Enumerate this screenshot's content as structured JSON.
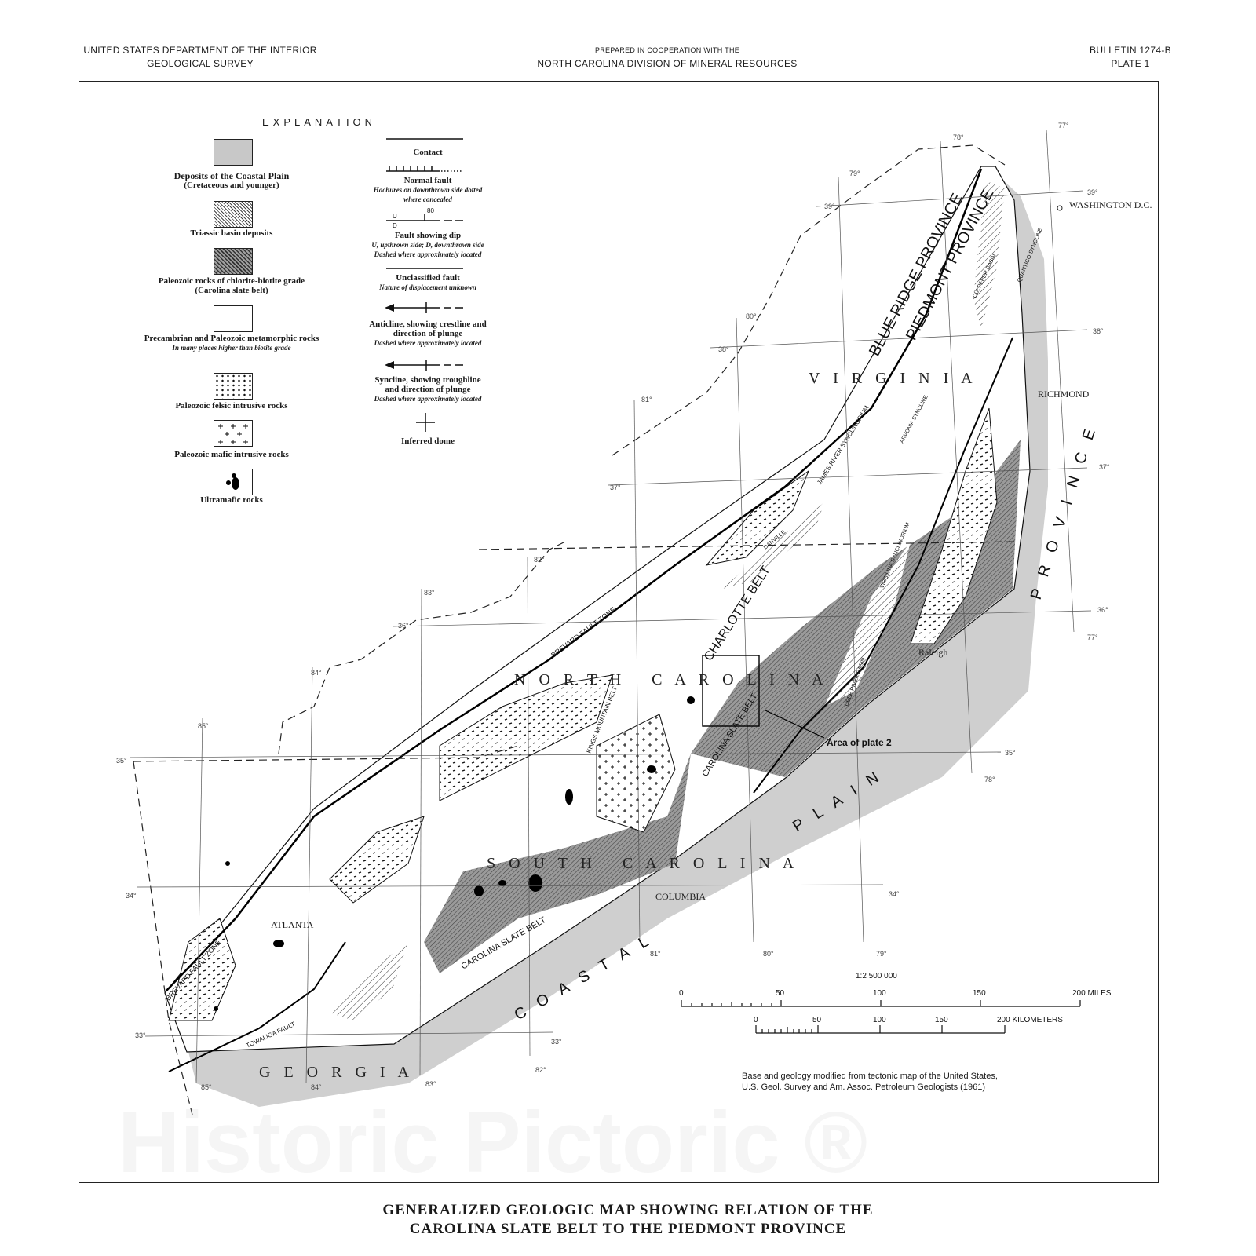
{
  "header": {
    "left_line1": "UNITED STATES DEPARTMENT OF THE INTERIOR",
    "left_line2": "GEOLOGICAL SURVEY",
    "center_line1": "PREPARED IN COOPERATION WITH THE",
    "center_line2": "NORTH CAROLINA DIVISION OF MINERAL RESOURCES",
    "right_line1": "BULLETIN 1274-B",
    "right_line2": "PLATE 1"
  },
  "legend": {
    "title": "EXPLANATION",
    "units": [
      {
        "label": "Deposits of the Coastal Plain",
        "sub": "(Cretaceous and younger)",
        "pattern": "gray"
      },
      {
        "label": "Triassic basin deposits",
        "sub": "",
        "pattern": "light-hatch"
      },
      {
        "label": "Paleozoic rocks of chlorite-biotite grade",
        "sub": "(Carolina slate belt)",
        "pattern": "dark-hatch"
      },
      {
        "label": "Precambrian and Paleozoic metamorphic rocks",
        "sub": "In many places higher than biotite grade",
        "pattern": "blank"
      },
      {
        "label": "Paleozoic felsic intrusive rocks",
        "sub": "",
        "pattern": "dashes"
      },
      {
        "label": "Paleozoic mafic intrusive rocks",
        "sub": "",
        "pattern": "crosses"
      },
      {
        "label": "Ultramafic rocks",
        "sub": "",
        "pattern": "black-blobs"
      }
    ],
    "symbols": [
      {
        "label": "Contact",
        "note": ""
      },
      {
        "label": "Normal fault",
        "note": "Hachures on downthrown side dotted where concealed"
      },
      {
        "label": "Fault showing dip",
        "note1": "U, upthrown side; D, downthrown side",
        "note2": "Dashed where approximately located",
        "dip": "80",
        "u": "U",
        "d": "D"
      },
      {
        "label": "Unclassified fault",
        "note": "Nature of displacement unknown"
      },
      {
        "label": "Anticline, showing crestline and direction of plunge",
        "note": "Dashed where approximately located"
      },
      {
        "label": "Syncline, showing troughline and direction of plunge",
        "note": "Dashed where approximately located"
      },
      {
        "label": "Inferred dome",
        "note": ""
      }
    ]
  },
  "map": {
    "colors": {
      "coastal_plain": "#c9c9c9",
      "slate_belt": "#8a8a8a",
      "ink": "#1a1a1a"
    },
    "states": [
      "V I R G I N I A",
      "N O R T H   C A R O L I N A",
      "S O U T H   C A R O L I N A",
      "G E O R G I A"
    ],
    "provinces": [
      "BLUE RIDGE PROVINCE",
      "PIEDMONT PROVINCE",
      "C O A S T A L",
      "P L A I N",
      "P R O V I N C E"
    ],
    "belts": [
      "CHARLOTTE BELT",
      "CAROLINA SLATE BELT",
      "CAROLINA SLATE BELT",
      "KINGS MOUNTAIN BELT",
      "BREVARD FAULT ZONE",
      "BREVARD FAULT ZONE",
      "TOWALIGA FAULT",
      "JAMES RIVER SYNCLINORIUM",
      "ARVONIA SYNCLINE",
      "CULPEPER BASIN",
      "QUANTICO SYNCLINE",
      "DANVILLE",
      "DEEP RIVER BASIN",
      "VIRGILINA SYNCLINORIUM"
    ],
    "cities": [
      "WASHINGTON D.C.",
      "RICHMOND",
      "Raleigh",
      "COLUMBIA",
      "ATLANTA"
    ],
    "plate_note": "Area of plate 2",
    "latitudes": [
      "39°",
      "38°",
      "37°",
      "36°",
      "35°",
      "34°",
      "33°"
    ],
    "longitudes": [
      "77°",
      "78°",
      "79°",
      "80°",
      "81°",
      "82°",
      "83°",
      "84°",
      "85°"
    ]
  },
  "scale": {
    "ratio": "1:2 500 000",
    "miles": [
      "0",
      "50",
      "100",
      "150",
      "200 MILES"
    ],
    "km": [
      "0",
      "50",
      "100",
      "150",
      "200 KILOMETERS"
    ]
  },
  "credit": {
    "line1": "Base and geology modified from tectonic map of the United States,",
    "line2": "U.S. Geol. Survey and Am. Assoc. Petroleum Geologists (1961)"
  },
  "title": {
    "line1": "GENERALIZED GEOLOGIC MAP SHOWING RELATION OF THE",
    "line2": "CAROLINA SLATE BELT TO THE PIEDMONT PROVINCE"
  },
  "watermark": "Historic Pictoric ®"
}
